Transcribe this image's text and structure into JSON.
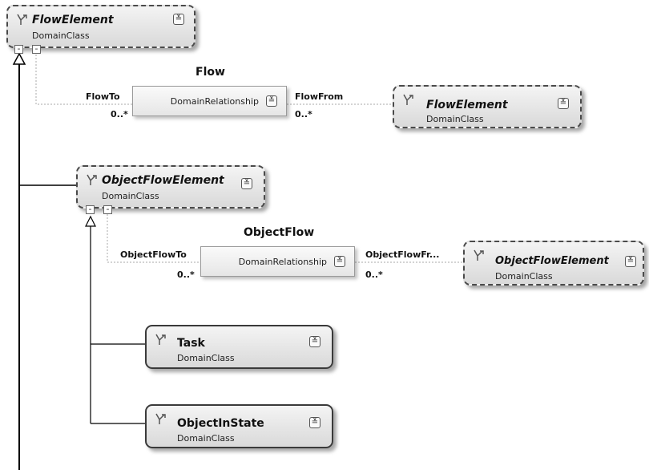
{
  "classes": {
    "flow_element_root": {
      "name": "FlowElement",
      "kind": "DomainClass"
    },
    "flow_element_target": {
      "name": "FlowElement",
      "kind": "DomainClass"
    },
    "object_flow_element": {
      "name": "ObjectFlowElement",
      "kind": "DomainClass"
    },
    "object_flow_element_target": {
      "name": "ObjectFlowElement",
      "kind": "DomainClass"
    },
    "task": {
      "name": "Task",
      "kind": "DomainClass"
    },
    "object_in_state": {
      "name": "ObjectInState",
      "kind": "DomainClass"
    }
  },
  "relationships": {
    "flow": {
      "name": "Flow",
      "kind": "DomainRelationship",
      "source_role": "FlowTo",
      "source_multiplicity": "0..*",
      "target_role": "FlowFrom",
      "target_multiplicity": "0..*"
    },
    "object_flow": {
      "name": "ObjectFlow",
      "kind": "DomainRelationship",
      "source_role": "ObjectFlowTo",
      "source_multiplicity": "0..*",
      "target_role": "ObjectFlowFr...",
      "target_multiplicity": "0..*"
    }
  },
  "icons": {
    "expand": "chevron-expand-icon",
    "collapse": "collapse-minus-icon",
    "class": "domain-class-icon"
  },
  "colors": {
    "background": "#ffffff",
    "shape_fill": "#e6e6e6",
    "border": "#3a3a3a",
    "connector": "#b0b0b0"
  }
}
